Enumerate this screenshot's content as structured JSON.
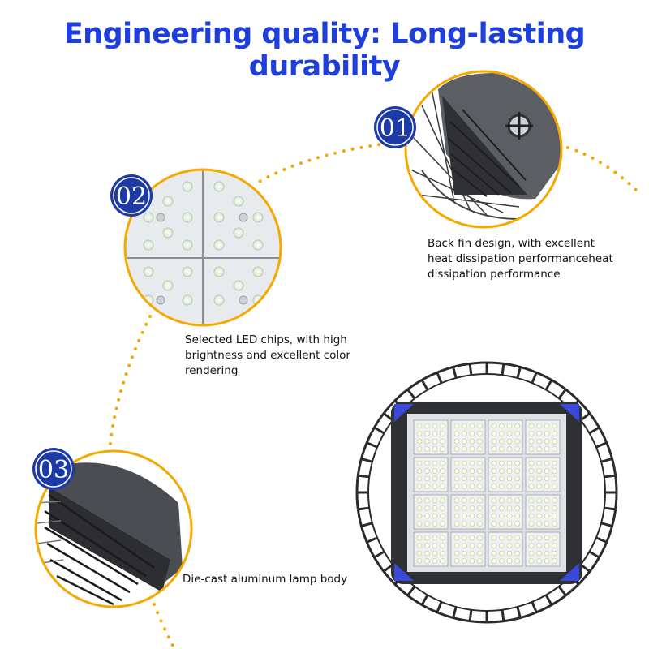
{
  "title": "Engineering quality: Long-lasting durability",
  "colors": {
    "title": "#1f3fdc",
    "accent_ring": "#f5a800",
    "badge": "#1c3aa8",
    "badge_text": "#ffffff",
    "fixture_dark": "#2b2b2b",
    "led_panel": "#e9ecef",
    "led_chip": "#fffbe6",
    "clip_blue": "#3a49d8"
  },
  "features": [
    {
      "number": "01",
      "caption_lines": [
        "Back fin design, with excellent",
        "heat dissipation performanceheat",
        "dissipation performance"
      ]
    },
    {
      "number": "02",
      "caption_lines": [
        "Selected LED chips, with high",
        "brightness and excellent color",
        "rendering"
      ]
    },
    {
      "number": "03",
      "caption_lines": [
        "Die-cast aluminum lamp body"
      ]
    }
  ]
}
